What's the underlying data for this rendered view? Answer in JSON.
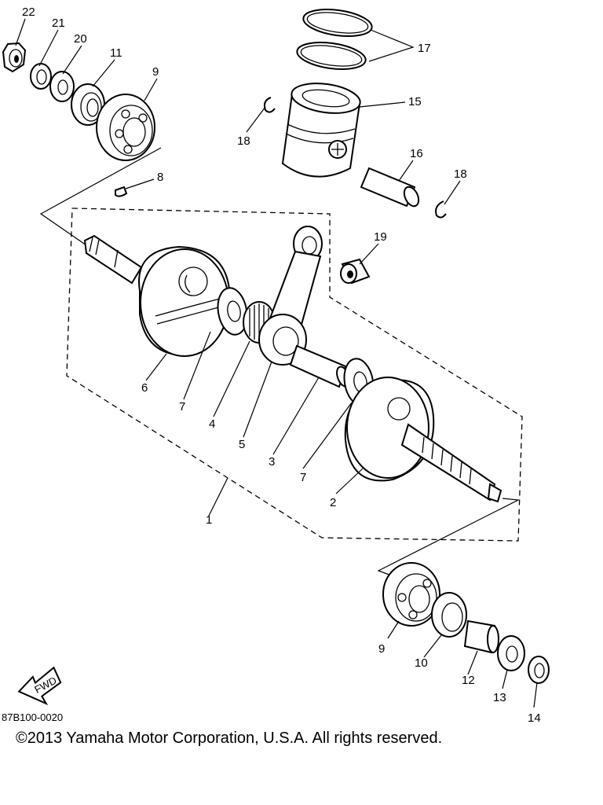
{
  "diagram": {
    "drawing_code": "87B100-0020",
    "fwd_label": "FWD",
    "callouts": [
      {
        "id": "c22",
        "label": "22"
      },
      {
        "id": "c21",
        "label": "21"
      },
      {
        "id": "c20",
        "label": "20"
      },
      {
        "id": "c11",
        "label": "11"
      },
      {
        "id": "c9a",
        "label": "9"
      },
      {
        "id": "c17",
        "label": "17"
      },
      {
        "id": "c15",
        "label": "15"
      },
      {
        "id": "c18a",
        "label": "18"
      },
      {
        "id": "c16",
        "label": "16"
      },
      {
        "id": "c18b",
        "label": "18"
      },
      {
        "id": "c8",
        "label": "8"
      },
      {
        "id": "c19",
        "label": "19"
      },
      {
        "id": "c6",
        "label": "6"
      },
      {
        "id": "c7a",
        "label": "7"
      },
      {
        "id": "c4",
        "label": "4"
      },
      {
        "id": "c5",
        "label": "5"
      },
      {
        "id": "c3",
        "label": "3"
      },
      {
        "id": "c7b",
        "label": "7"
      },
      {
        "id": "c2",
        "label": "2"
      },
      {
        "id": "c1",
        "label": "1"
      },
      {
        "id": "c9b",
        "label": "9"
      },
      {
        "id": "c10",
        "label": "10"
      },
      {
        "id": "c12",
        "label": "12"
      },
      {
        "id": "c13",
        "label": "13"
      },
      {
        "id": "c14",
        "label": "14"
      }
    ]
  },
  "footer": {
    "copyright": "©2013 Yamaha Motor Corporation, U.S.A. All rights reserved."
  }
}
